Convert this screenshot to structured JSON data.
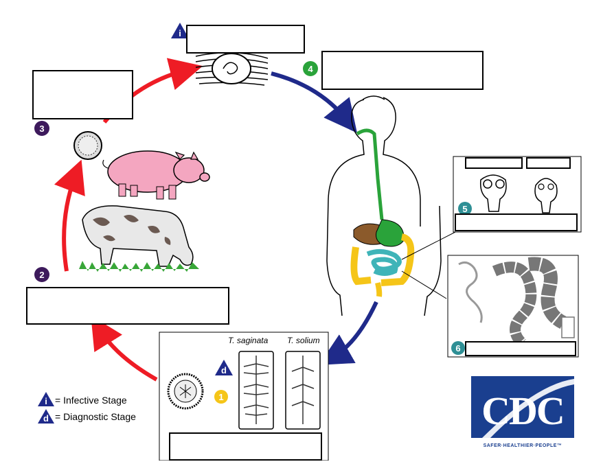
{
  "legend": {
    "infective_symbol": "i",
    "infective_label": "= Infective Stage",
    "diagnostic_symbol": "d",
    "diagnostic_label": "= Diagnostic Stage"
  },
  "species": {
    "left": "T. saginata",
    "right": "T. solium"
  },
  "steps": [
    "1",
    "2",
    "3",
    "4",
    "5",
    "6"
  ],
  "markers": {
    "infective": "i",
    "diagnostic": "d"
  },
  "logo": {
    "text": "CDC",
    "tagline": "SAFER·HEALTHIER·PEOPLE™"
  },
  "colors": {
    "red_arrow": "#ee1c25",
    "blue_arrow": "#1f2a8a",
    "step_purple": "#3d1a5c",
    "step_green": "#2aa33a",
    "step_teal": "#2e8f95",
    "step_yellow": "#f5c518",
    "marker_blue": "#1f2a8a",
    "cdc_blue": "#1a3f8f"
  }
}
